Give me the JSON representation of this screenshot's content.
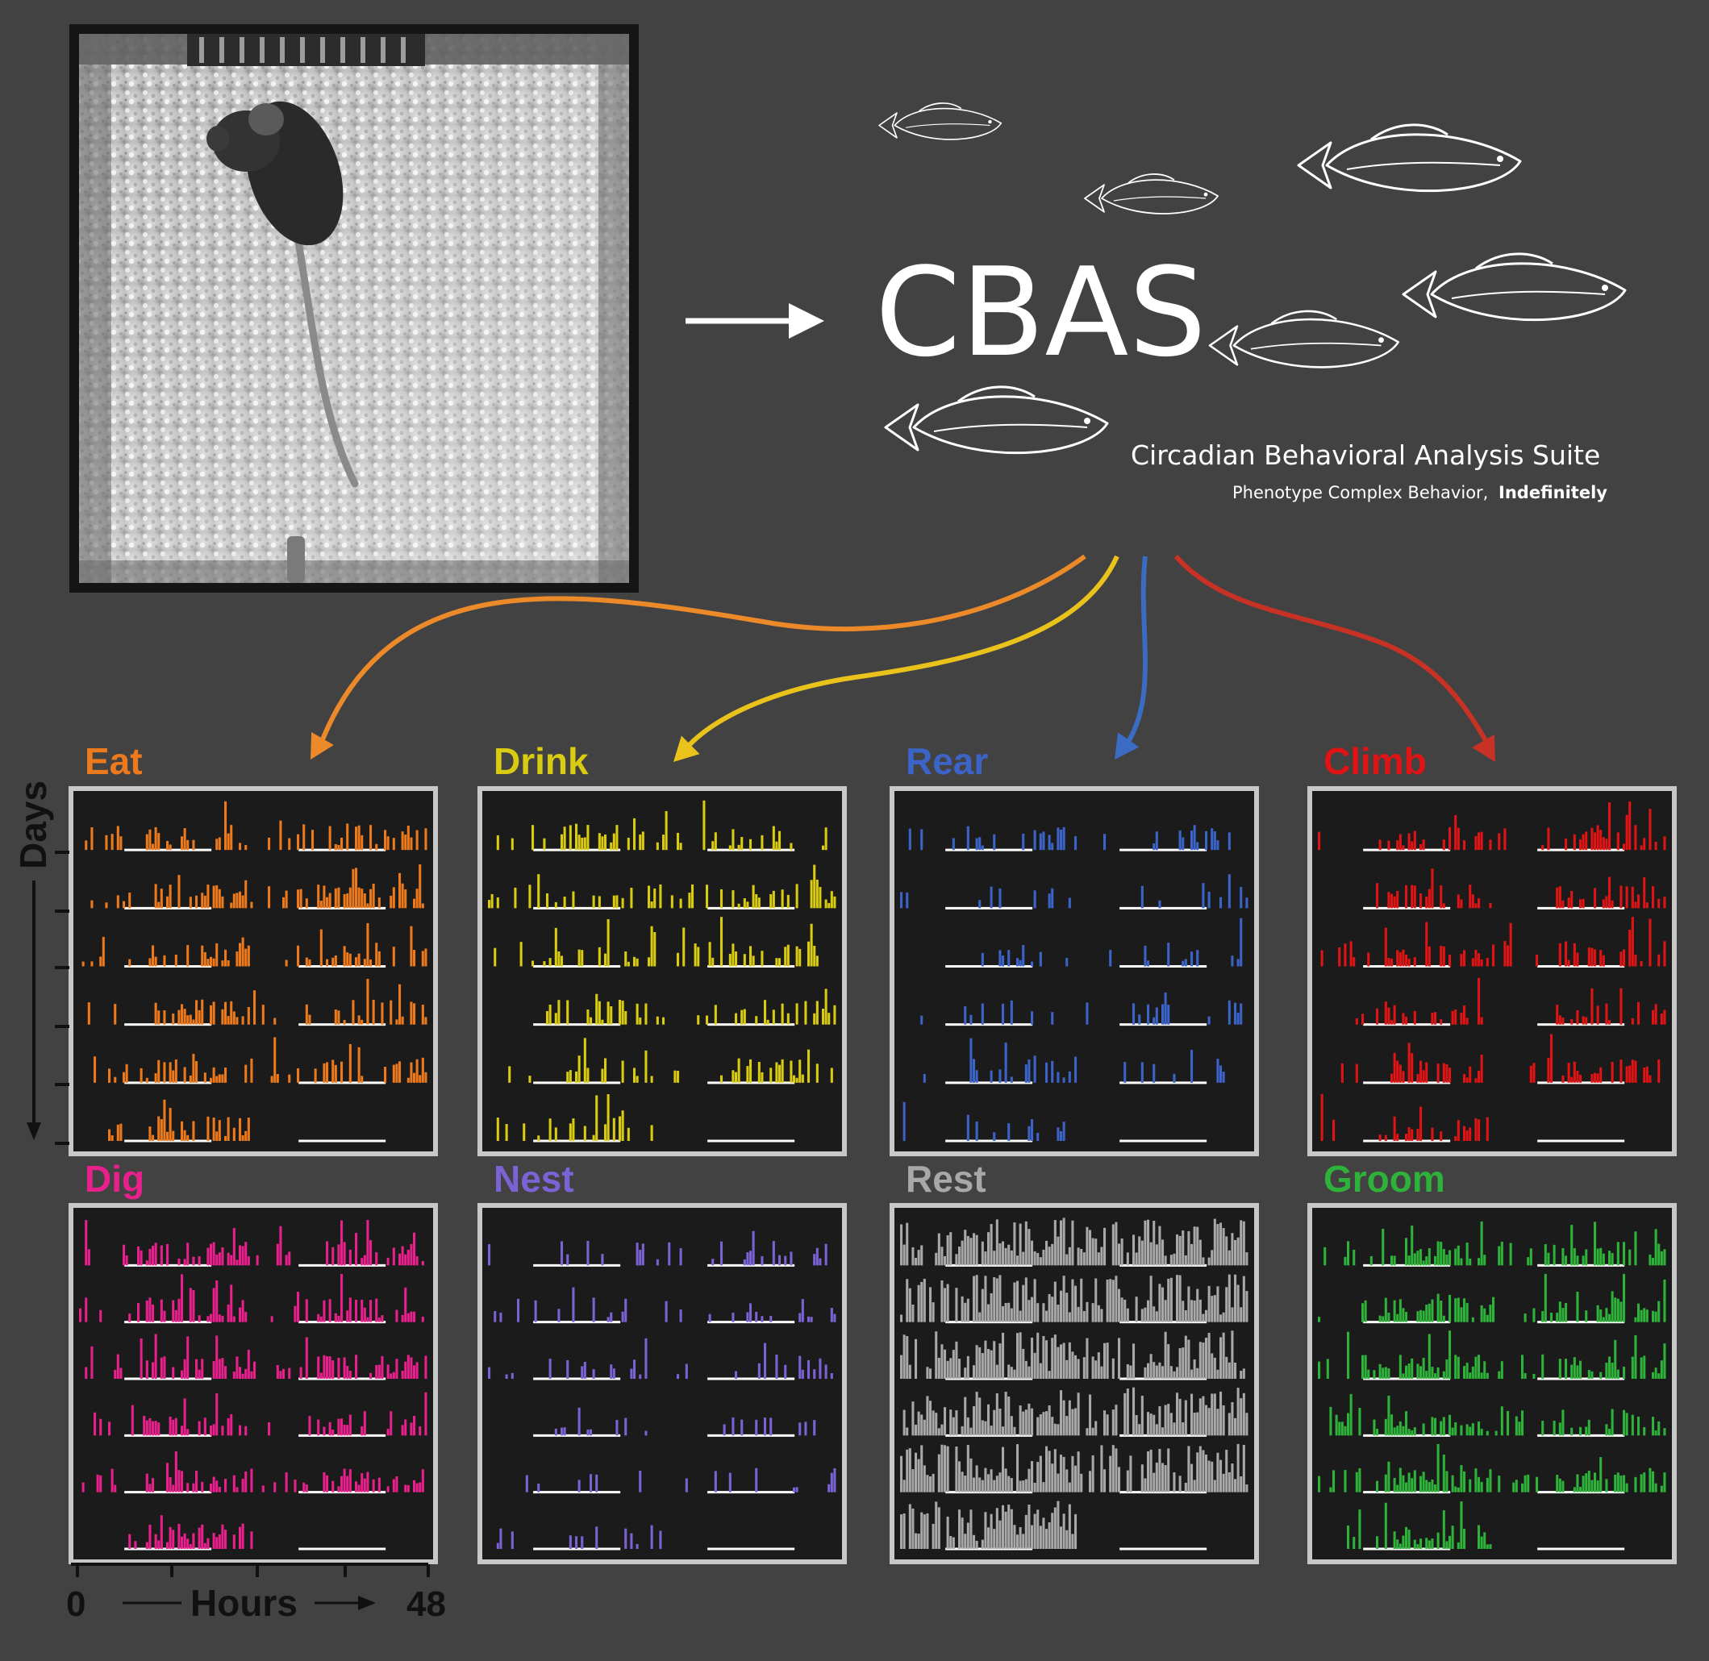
{
  "logo": {
    "title": "CBAS",
    "subtitle": "Circadian Behavioral Analysis Suite",
    "tagline_prefix": "Phenotype Complex Behavior,",
    "tagline_emphasis": "Indefinitely"
  },
  "axes": {
    "y_label": "Days",
    "x_label": "Hours",
    "x_start": "0",
    "x_end": "48"
  },
  "colors": {
    "background": "#424242",
    "panel_bg": "#1b1b1b",
    "panel_border": "#c8c8c8",
    "light_bar": "#ffffff"
  },
  "behaviors": [
    {
      "name": "Eat",
      "color": "#ec7a1c",
      "arrow_color": "#ec8a2a",
      "density": 0.55,
      "day_bias": 0.7,
      "rows": 6
    },
    {
      "name": "Drink",
      "color": "#d9cc10",
      "arrow_color": "#eac21c",
      "density": 0.45,
      "day_bias": 0.6,
      "rows": 6
    },
    {
      "name": "Rear",
      "color": "#3c64c8",
      "arrow_color": "#3b6cc4",
      "density": 0.25,
      "day_bias": 0.8,
      "rows": 6
    },
    {
      "name": "Climb",
      "color": "#e01414",
      "arrow_color": "#c83224",
      "density": 0.55,
      "day_bias": 0.75,
      "rows": 6
    },
    {
      "name": "Dig",
      "color": "#e8208c",
      "density": 0.6,
      "day_bias": 0.6,
      "rows": 6
    },
    {
      "name": "Nest",
      "color": "#7b63d6",
      "density": 0.25,
      "day_bias": 0.6,
      "rows": 6
    },
    {
      "name": "Rest",
      "color": "#a8a8a8",
      "density": 0.95,
      "day_bias": 0.2,
      "rows": 6
    },
    {
      "name": "Groom",
      "color": "#2eb23a",
      "density": 0.7,
      "day_bias": 0.6,
      "rows": 6
    }
  ]
}
